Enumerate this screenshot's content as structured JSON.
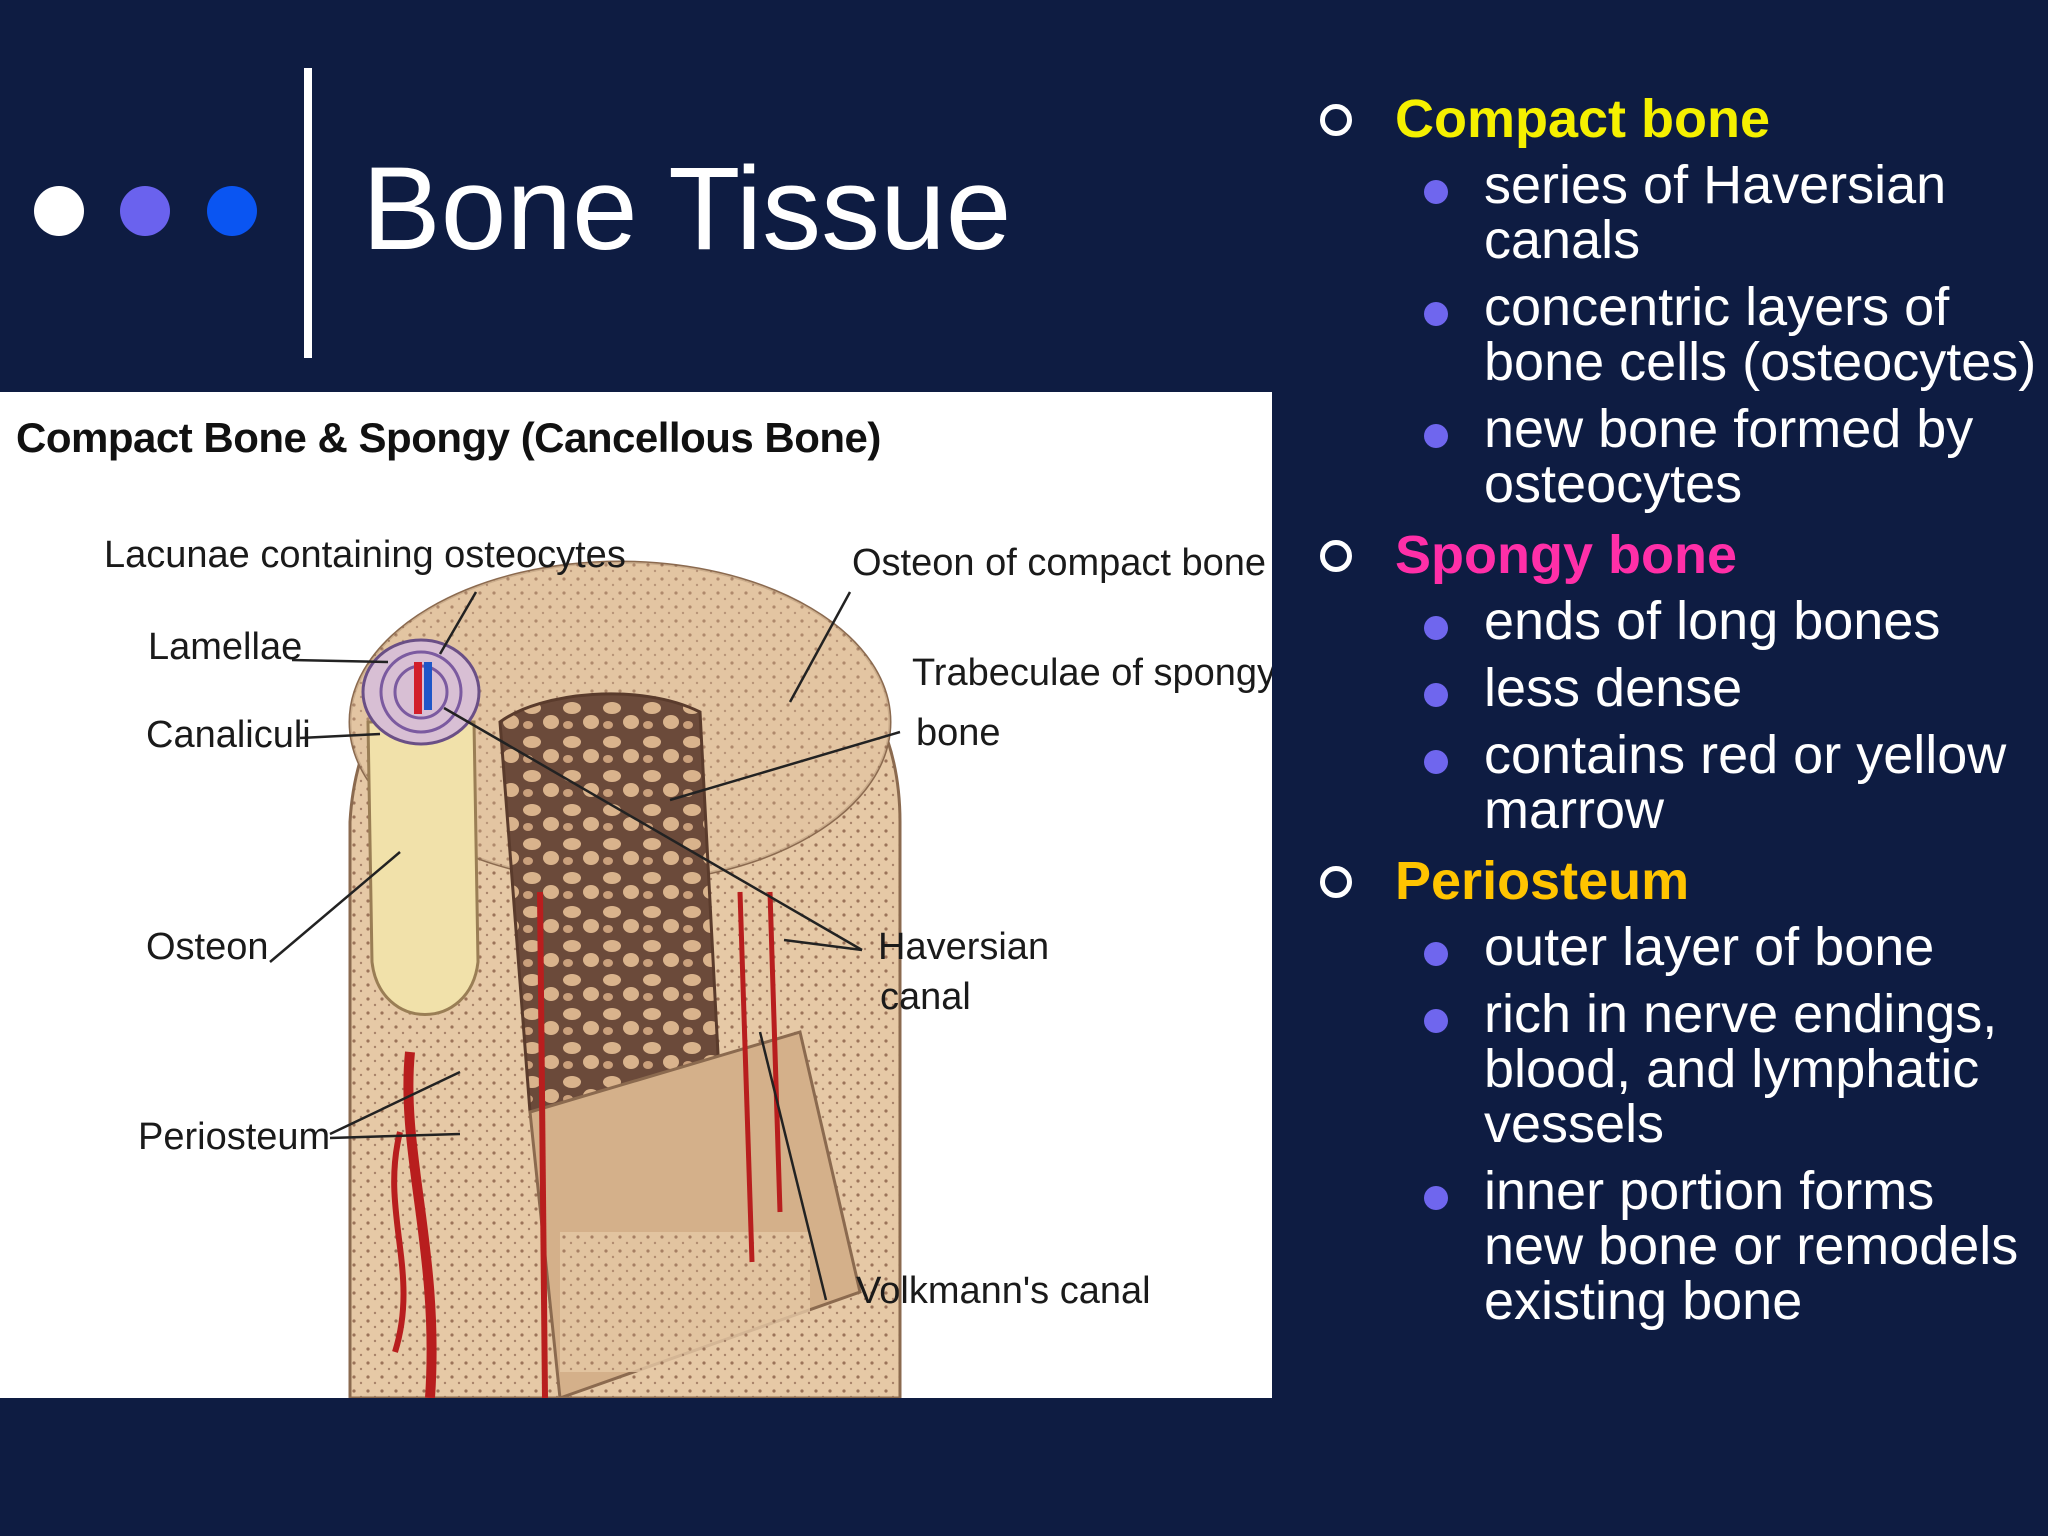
{
  "slide": {
    "title": "Bone Tissue",
    "dot_colors": [
      "#ffffff",
      "#6a62ee",
      "#0a55f2"
    ]
  },
  "figure": {
    "title": "Compact Bone & Spongy (Cancellous Bone)",
    "labels": {
      "lacunae": "Lacunae containing osteocytes",
      "lamellae": "Lamellae",
      "canaliculi": "Canaliculi",
      "osteon": "Osteon",
      "periosteum": "Periosteum",
      "osteon_compact_bone": "Osteon of compact bone",
      "trabeculae_line1": "Trabeculae of spongy",
      "trabeculae_line2": "bone",
      "haversian_line1": "Haversian",
      "haversian_line2": "canal",
      "volkmanns_canal": "Volkmann's canal"
    }
  },
  "outline": {
    "sections": [
      {
        "title": "Compact bone",
        "color": "#f5f000",
        "items": [
          "series of Haversian canals",
          "concentric layers of bone cells (osteocytes)",
          "new bone formed by osteocytes"
        ]
      },
      {
        "title": "Spongy bone",
        "color": "#ff2fa8",
        "items": [
          "ends of long bones",
          "less dense",
          "contains red or yellow marrow"
        ]
      },
      {
        "title": "Periosteum",
        "color": "#ffc400",
        "items": [
          "outer layer of bone",
          "rich in nerve endings, blood, and lymphatic vessels",
          "inner portion forms new bone or remodels existing bone"
        ]
      }
    ]
  }
}
